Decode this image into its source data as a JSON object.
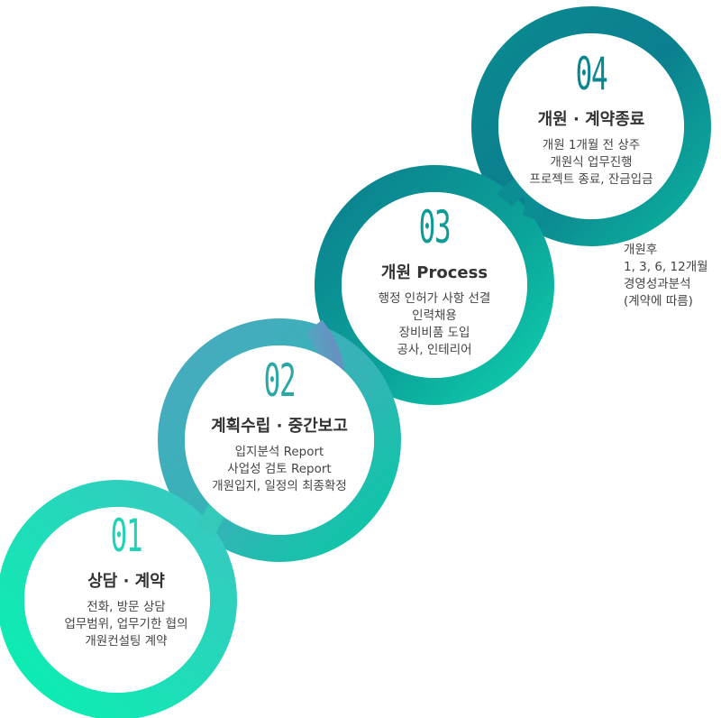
{
  "steps": [
    {
      "number": "01",
      "title": "상담 · 계약",
      "lines": [
        "전화, 방문 상담",
        "업무범위, 업무기한 협의",
        "개원컨설팅 계약"
      ],
      "color": "#1fd3b6"
    },
    {
      "number": "02",
      "title": "계획수립 · 중간보고",
      "lines": [
        "입지분석 Report",
        "사업성 검토 Report",
        "개원입지, 일정의 최종확정"
      ],
      "color": "#2ba8a6"
    },
    {
      "number": "03",
      "title": "개원 Process",
      "lines": [
        "행정 인허가 사항 선결",
        "인력채용",
        "장비비품 도입",
        "공사, 인테리어"
      ],
      "color": "#0f9b95"
    },
    {
      "number": "04",
      "title": "개원 · 계약종료",
      "lines": [
        "개원 1개월 전 상주",
        "개원식 업무진행",
        "프로젝트 종료, 잔금입금"
      ],
      "color": "#0b8590"
    }
  ],
  "after": {
    "lines": [
      "개원후",
      "1, 3, 6, 12개월",
      "경영성과분석",
      "(계약에 따름)"
    ]
  }
}
